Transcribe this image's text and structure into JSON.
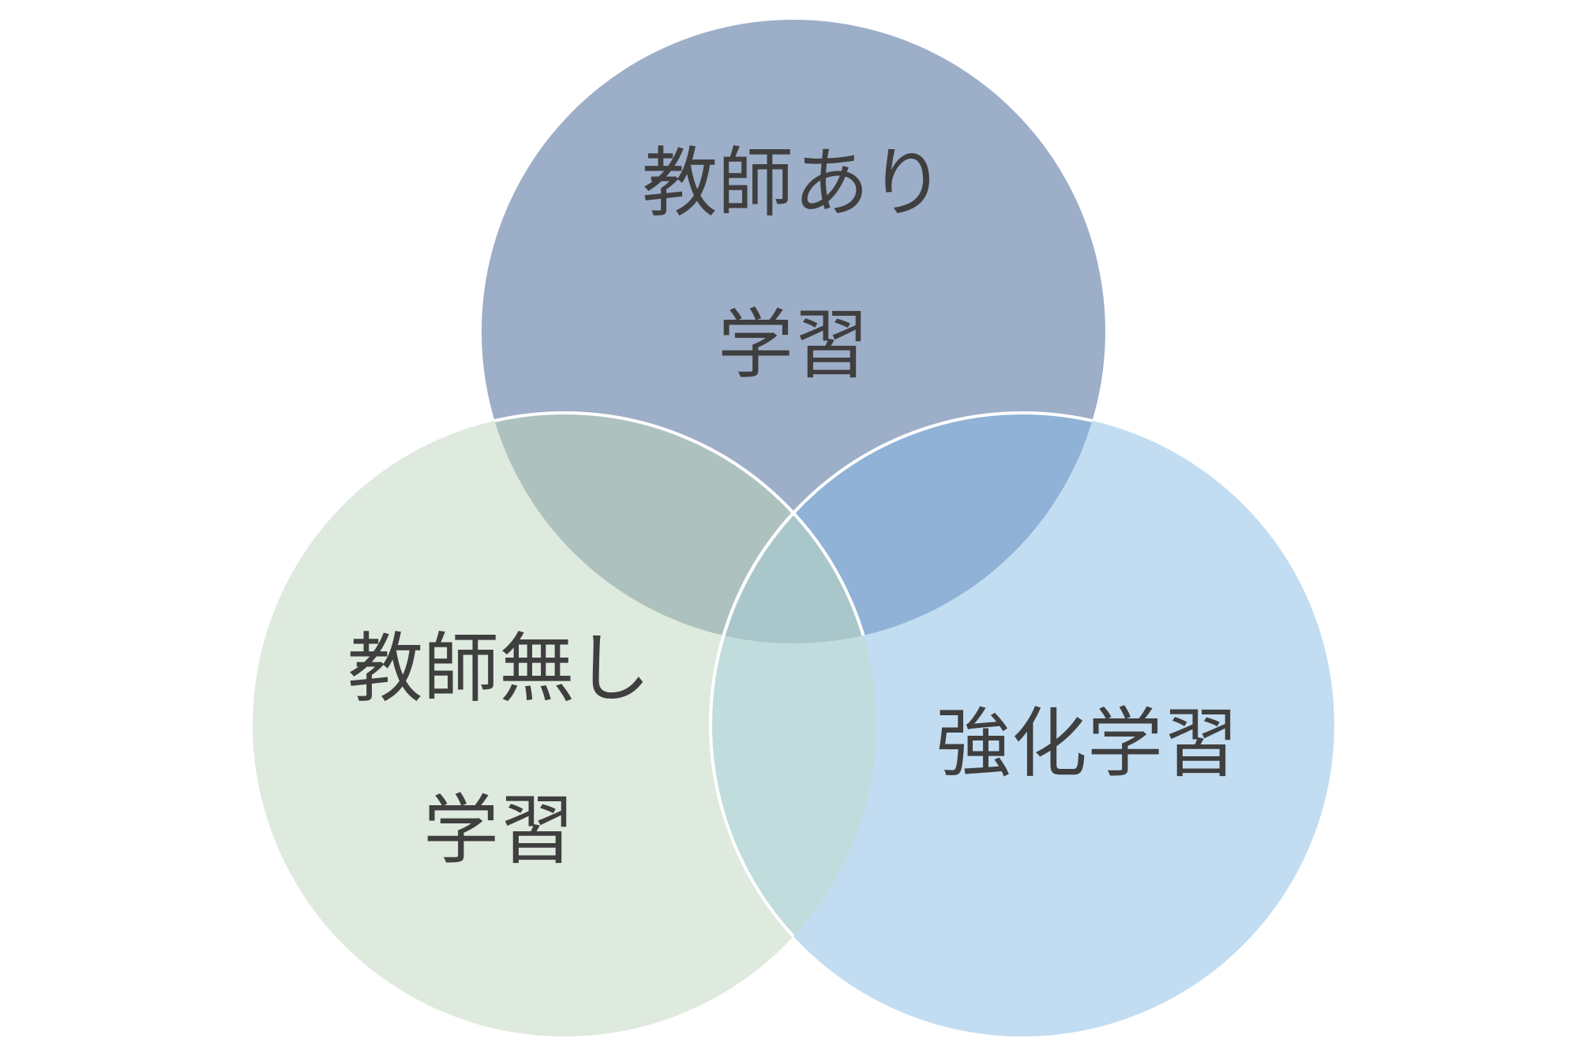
{
  "diagram": {
    "type": "venn",
    "sets": [
      {
        "id": "supervised",
        "label_lines": [
          "教師あり",
          "学習"
        ],
        "color": "#9daec8"
      },
      {
        "id": "unsupervised",
        "label_lines": [
          "教師無し",
          "学習"
        ],
        "color": "#dfeade"
      },
      {
        "id": "reinforcement",
        "label_lines": [
          "強化学習"
        ],
        "color": "#c2ddf1"
      }
    ],
    "overlap_colors": {
      "supervised_unsupervised": "#adc2bf",
      "supervised_reinforcement": "#8fb2d6",
      "unsupervised_reinforcement": "#c1dcdc",
      "all_three": "#a9c7cb"
    },
    "outline_color": "#ffffff"
  }
}
